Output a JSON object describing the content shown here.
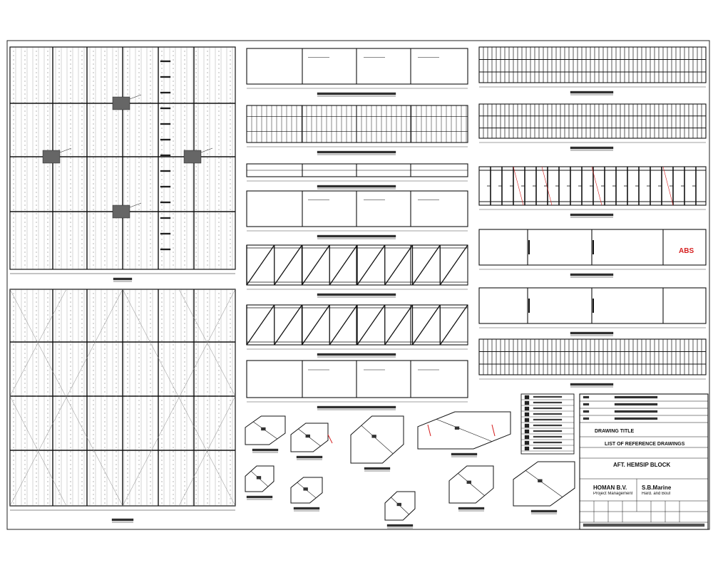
{
  "sheet": {
    "stamp_text": "ABS",
    "stamp_color": "#d62020",
    "line_color": "#111111",
    "hatch_color": "#666666"
  },
  "title_block": {
    "drawing_label": "DRAWING TITLE",
    "list_title": "LIST OF REFERENCE DRAWINGS",
    "block_title": "AFT. HEMSIP BLOCK",
    "client_name": "HOMAN B.V.",
    "client_sub": "Project Management",
    "yard_name": "S.B.Marine",
    "yard_sub": "Hard. and Bout"
  }
}
